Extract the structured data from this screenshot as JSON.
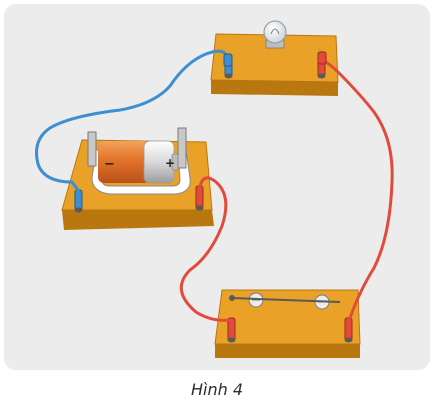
{
  "figure": {
    "caption": "Hình 4",
    "battery": {
      "minus_symbol": "−",
      "plus_symbol": "+"
    },
    "colors": {
      "panel_background": "#ececec",
      "board": "#e9a227",
      "board_edge": "#b8770f",
      "wire_blue": "#3d8fd1",
      "wire_red": "#e24b3b",
      "battery_orange": "#e2732a",
      "battery_silver": "#d9d9d9"
    },
    "components": [
      "battery-holder",
      "bulb-socket",
      "switch",
      "connecting-wires"
    ]
  }
}
